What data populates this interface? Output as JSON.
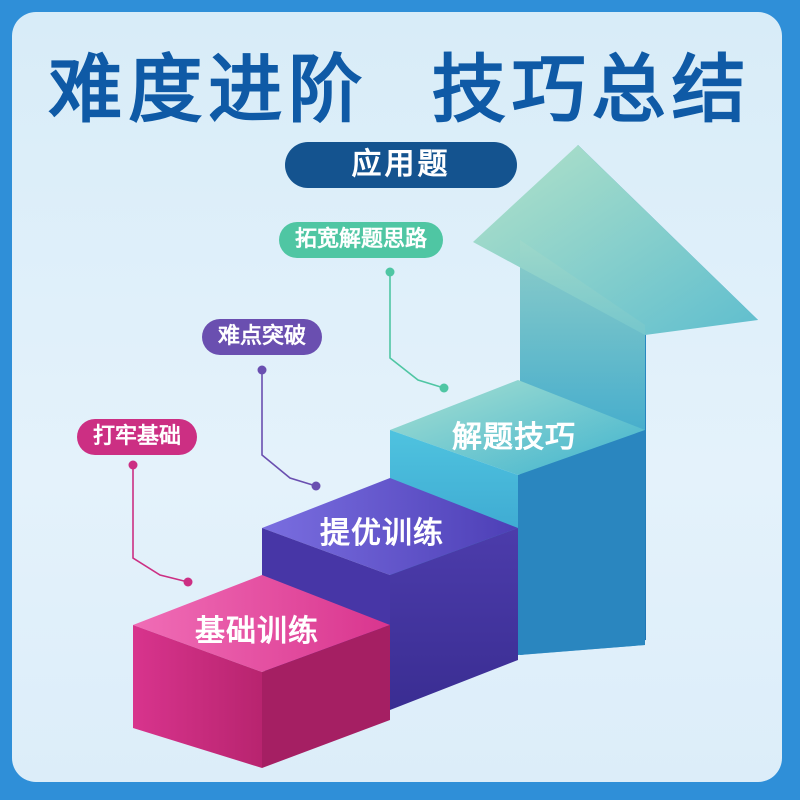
{
  "header": {
    "title": "难度进阶  技巧总结",
    "subtitle": "应用题"
  },
  "tags": [
    {
      "label": "打牢基础",
      "color": "#cc2f83"
    },
    {
      "label": "难点突破",
      "color": "#6a4fb0"
    },
    {
      "label": "拓宽解题思路",
      "color": "#4fc6a3"
    }
  ],
  "steps": [
    {
      "label": "基础训练",
      "color": "#e3459a"
    },
    {
      "label": "提优训练",
      "color": "#5a47c0"
    },
    {
      "label": "解题技巧",
      "color": "#3cb6d8"
    }
  ],
  "colors": {
    "frame": "#2f8fd8",
    "card": "#dcedf9",
    "title": "#0f5aa6",
    "pill": "#14538f"
  }
}
